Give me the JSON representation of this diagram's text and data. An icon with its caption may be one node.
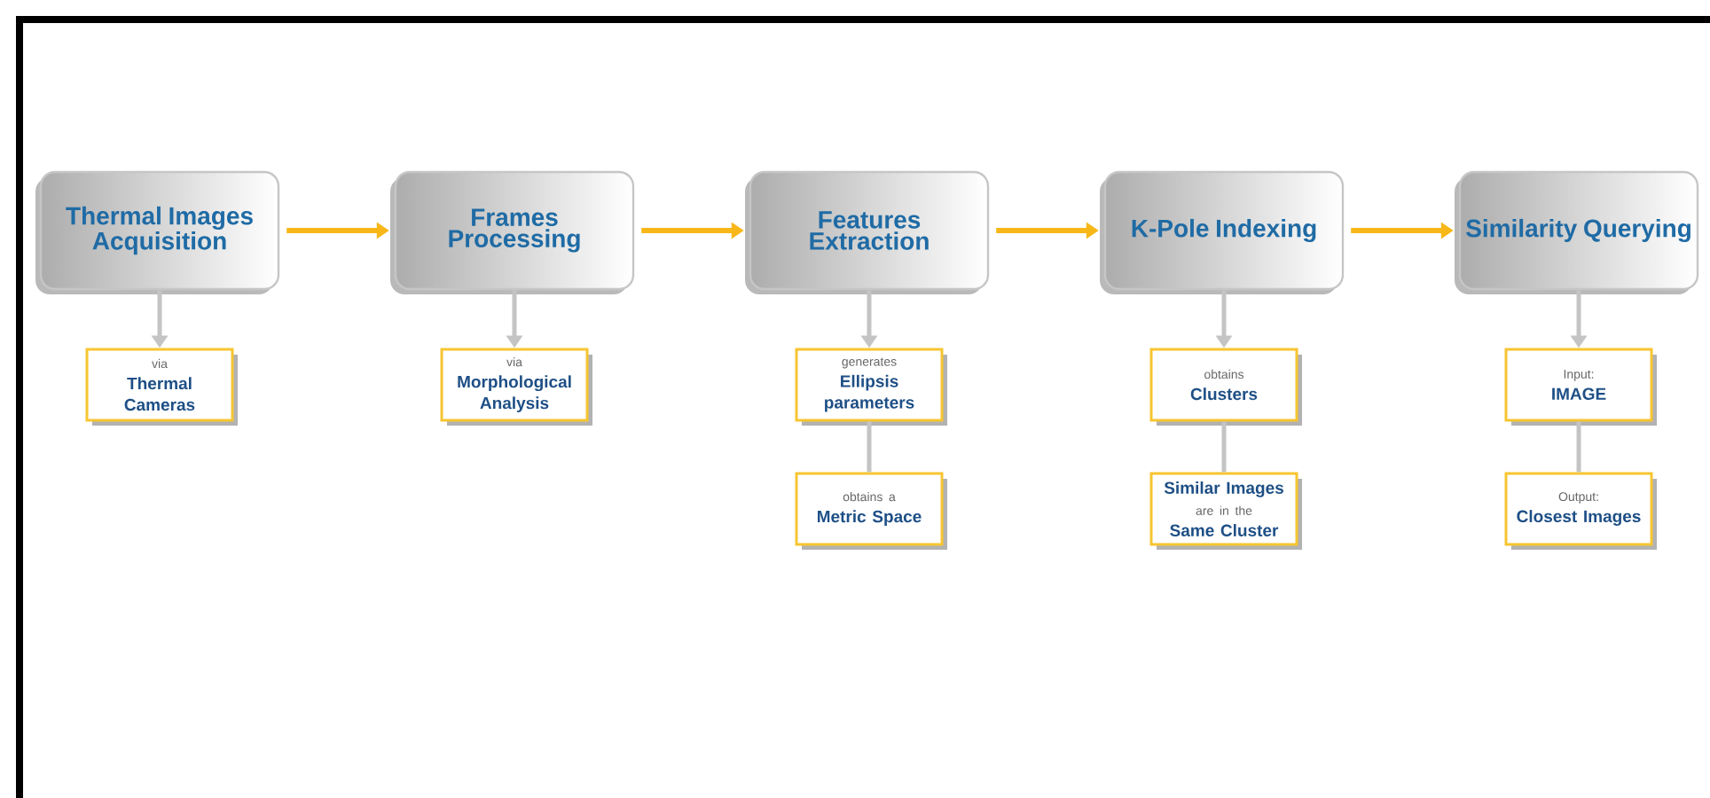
{
  "diagram": {
    "nodes": [
      {
        "text": [
          "Thermal Images Acquisition"
        ]
      },
      {
        "text": [
          "Frames Processing"
        ]
      },
      {
        "text": [
          "Features Extraction"
        ]
      },
      {
        "text": [
          "K-Pole Indexing"
        ]
      },
      {
        "text": [
          "Similarity Querying"
        ]
      },
      {
        "text": [
          "via",
          "Thermal Cameras"
        ]
      },
      {
        "text": [
          "via",
          "Morphological Analysis"
        ]
      },
      {
        "text": [
          "generates",
          "Ellipsis parameters"
        ]
      },
      {
        "text": [
          "obtains a",
          "Metric Space"
        ]
      },
      {
        "text": [
          "obtains",
          "Clusters"
        ]
      },
      {
        "text": [
          "Similar Images",
          "are in the",
          "Same Cluster"
        ]
      },
      {
        "text": [
          "Input:",
          "IMAGE"
        ]
      },
      {
        "text": [
          "Output:",
          "Closest Images"
        ]
      }
    ],
    "edges": [
      {
        "from": 0,
        "to": 1,
        "arrow": "to",
        "color": "#f7b718"
      },
      {
        "from": 1,
        "to": 2,
        "arrow": "to",
        "color": "#f7b718"
      },
      {
        "from": 2,
        "to": 3,
        "arrow": "to",
        "color": "#f7b718"
      },
      {
        "from": 3,
        "to": 4,
        "arrow": "to",
        "color": "#f7b718"
      },
      {
        "from": 0,
        "to": 5,
        "arrow": "to"
      },
      {
        "from": 1,
        "to": 6,
        "arrow": "to"
      },
      {
        "from": 2,
        "to": 7,
        "arrow": "to"
      },
      {
        "from": 7,
        "to": 8,
        "arrow": "none"
      },
      {
        "from": 3,
        "to": 9,
        "arrow": "to"
      },
      {
        "from": 9,
        "to": 10,
        "arrow": "none"
      },
      {
        "from": 4,
        "to": 11,
        "arrow": "to"
      },
      {
        "from": 11,
        "to": 12,
        "arrow": "none"
      }
    ]
  }
}
